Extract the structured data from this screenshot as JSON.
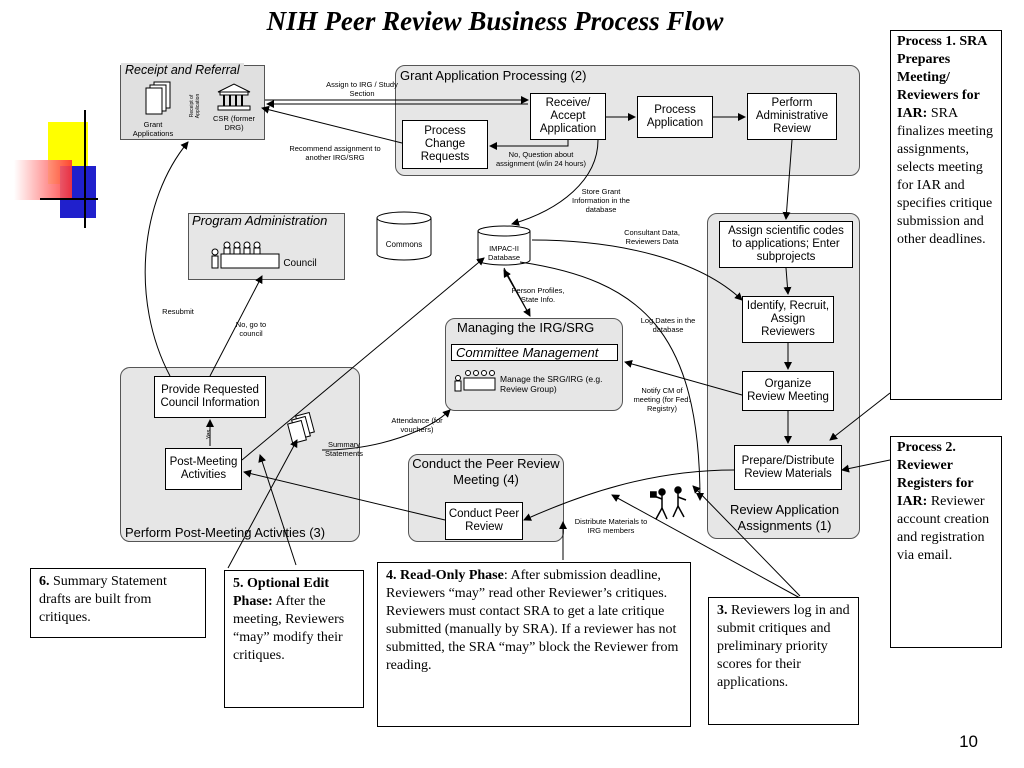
{
  "title": "NIH Peer Review Business Process Flow",
  "page_number": "10",
  "regions": {
    "receipt": "Receipt and Referral",
    "grant_processing": "Grant Application Processing  (2)",
    "program_admin": "Program Administration",
    "managing": "Managing the IRG/SRG",
    "committee": "Committee Management",
    "post_meeting": "Perform Post-Meeting Activities  (3)",
    "peer_review": "Conduct the Peer Review Meeting  (4)",
    "review_assign": "Review Application Assignments  (1)"
  },
  "boxes": {
    "receive": "Receive/ Accept Application",
    "process_app": "Process Application",
    "perform_admin": "Perform Administrative Review",
    "change_requests": "Process Change Requests",
    "assign_codes": "Assign scientific codes to applications; Enter subprojects",
    "identify": "Identify, Recruit, Assign Reviewers",
    "organize": "Organize Review Meeting",
    "prepare": "Prepare/Distribute Review Materials",
    "provide_info": "Provide Requested Council Information",
    "post_activities": "Post-Meeting Activities",
    "conduct_review": "Conduct Peer Review"
  },
  "icons": {
    "grant_apps": "Grant Applications",
    "receipt_of_app": "Receipt of Application",
    "csr": "CSR (former DRG)",
    "council": "Council",
    "commons": "Commons",
    "impac": "IMPAC-II Database",
    "manage_srg": "Manage the SRG/IRG (e.g. Review Group)",
    "summary": "Summary Statements"
  },
  "labels": {
    "assign_irg": "Assign to IRG / Study Section",
    "recommend": "Recommend assignment to another IRG/SRG",
    "no_question": "No, Question about assignment (w/in 24 hours)",
    "store": "Store Grant Information in the database",
    "consultant": "Consultant Data, Reviewers Data",
    "person": "Person Profiles, State Info.",
    "log_dates": "Log Dates in the database",
    "notify": "Notify CM of meeting (for Fed. Registry)",
    "attendance": "Attendance (for vouchers)",
    "resubmit": "Resubmit",
    "no_council": "No, go to council",
    "distribute": "Distribute Materials to IRG members",
    "yes": "Yes"
  },
  "notes": {
    "p1_head": "Process 1. SRA Prepares Meeting/ Reviewers for IAR:",
    "p1_body": "SRA finalizes meeting assignments, selects meeting for IAR and specifies critique submission and other deadlines.",
    "p2_head": "Process 2. Reviewer Registers for IAR:",
    "p2_body": "Reviewer account creation and registration via email.",
    "n3_head": "3.",
    "n3_body": "Reviewers log in and submit critiques and preliminary priority scores for their applications.",
    "n4_head": "4. Read-Only Phase",
    "n4_body": ": After submission deadline, Reviewers “may” read other Reviewer’s critiques. Reviewers must contact SRA to get a late critique submitted (manually by SRA).  If a reviewer has not submitted, the SRA “may” block the Reviewer from reading.",
    "n5_head": "5. Optional Edit Phase:",
    "n5_body": "After the meeting, Reviewers “may” modify their critiques.",
    "n6_head": "6.",
    "n6_body": "Summary Statement drafts are built from critiques."
  },
  "colors": {
    "yellow": "#ffff00",
    "red": "#ff3333",
    "blue": "#2020cc",
    "region_fill": "#e6e6e6"
  }
}
